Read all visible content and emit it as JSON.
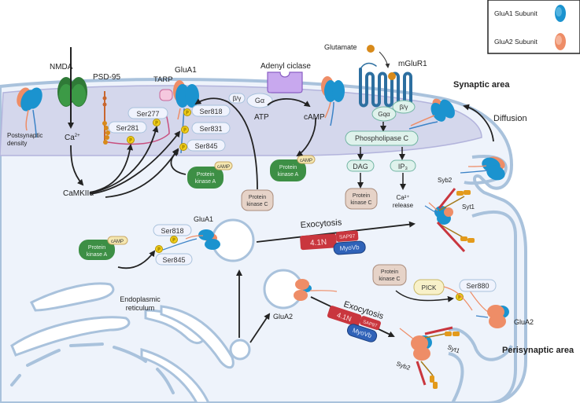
{
  "legend": {
    "items": [
      {
        "label": "GluA1 Subunit",
        "color": "#1b93cf"
      },
      {
        "label": "GluA2 Subunit",
        "color": "#ee8d67"
      }
    ]
  },
  "regions": {
    "synaptic": "Synaptic area",
    "perisynaptic": "Perisynaptic area"
  },
  "labels": {
    "nmda": "NMDA",
    "psd95": "PSD-95",
    "tarp": "TARP",
    "glua1_top": "GluA1",
    "adenyl": "Adenyl ciclase",
    "glutamate": "Glutamate",
    "mglur1": "mGluR1",
    "postsynaptic_1": "Postsynaptic",
    "postsynaptic_2": "density",
    "ca": "Ca",
    "ca_sup": "2+",
    "camk": "CaMKIIα",
    "atp": "ATP",
    "camp": "cAMP",
    "beta_gamma": "β/γ",
    "g_alpha": "Gα",
    "gq_alpha": "Gqα",
    "beta_gamma_2": "β/γ",
    "diffusion": "Diffusion",
    "phospholipase": "Phospholipase C",
    "dag": "DAG",
    "ip3": "IP₃",
    "ca_release_1": "Ca²⁺",
    "ca_release_2": "release",
    "syb2_top": "Syb2",
    "syt1_top": "Syt1",
    "syb2_bottom": "Syb2",
    "syt1_bottom": "Syt1",
    "glua1_vesicle": "GluA1",
    "glua2_vesicle": "GluA2",
    "glua2_right": "GluA2",
    "er_1": "Endoplasmic",
    "er_2": "reticulum",
    "exocytosis_1": "Exocytosis",
    "exocytosis_2": "Exocytosis"
  },
  "serines": {
    "s277": "Ser277",
    "s281": "Ser281",
    "s818": "Ser818",
    "s831": "Ser831",
    "s845": "Ser845",
    "s818_b": "Ser818",
    "s845_b": "Ser845",
    "s880": "Ser880"
  },
  "phospho": "P",
  "kinases": {
    "pka_line1": "Protein",
    "pka_line2": "kinase A",
    "pkc_line1": "Protein",
    "pkc_line2": "kinase C",
    "camp_tag": "cAMP",
    "pick": "PICK"
  },
  "motors": {
    "n41": "4.1N",
    "sap97": "SAP97",
    "myovb": "MyoVb"
  },
  "colors": {
    "membrane_fill": "#d4d7ec",
    "cytoplasm": "#eef3fb",
    "pka_green": "#3d8f45",
    "pkc_tan": "#e6d3c8",
    "camp_yellow": "#f5e7b0",
    "plc_mint": "#dff2ec",
    "n41_red": "#c9363e",
    "myovb_blue": "#2f62b8",
    "adenyl_purple": "#c8a8ee"
  }
}
